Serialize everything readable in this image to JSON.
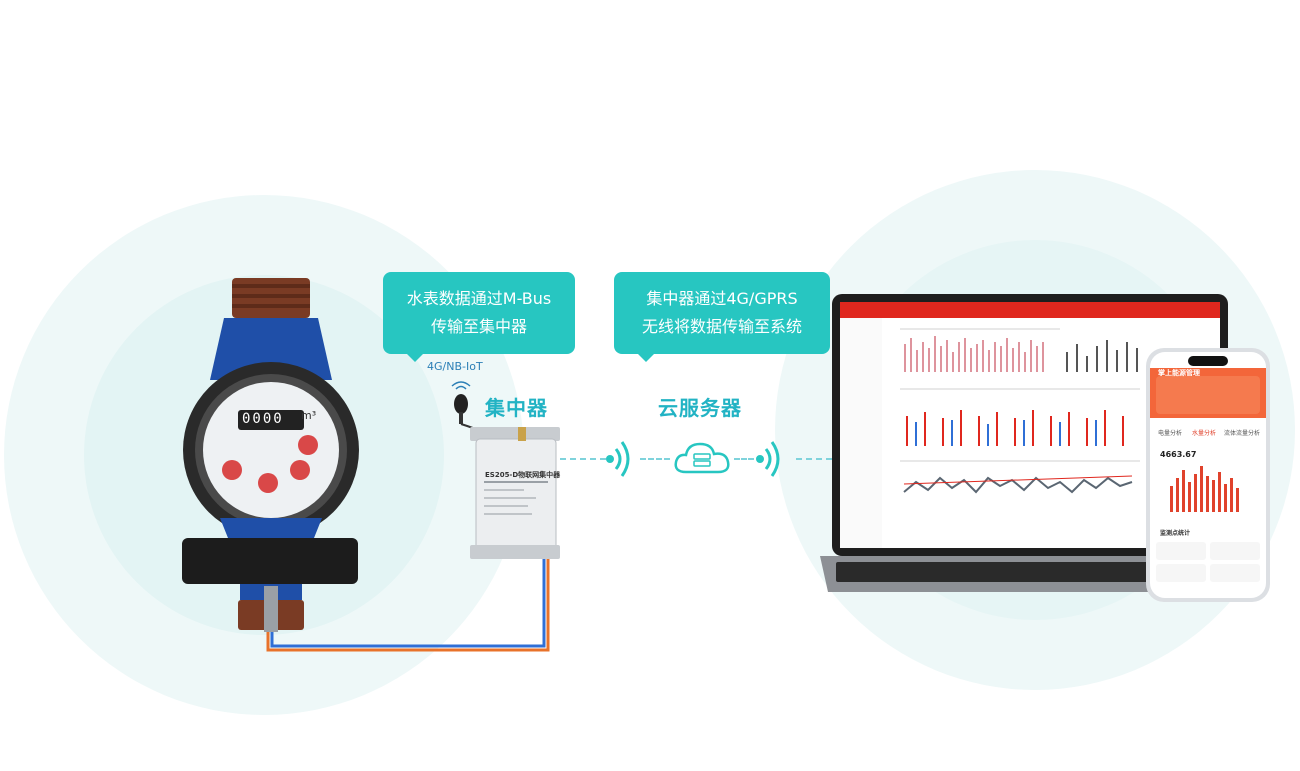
{
  "callouts": {
    "meter_to_concentrator": [
      "水表数据通过M-Bus",
      "传输至集中器"
    ],
    "concentrator_to_system": [
      "集中器通过4G/GPRS",
      "无线将数据传输至系统"
    ]
  },
  "labels": {
    "antenna_type": "4G/NB-IoT",
    "concentrator": "集中器",
    "cloud_server": "云服务器"
  },
  "device": {
    "model": "ES205-D物联网集中器"
  },
  "meter": {
    "unit": "m³",
    "reading": "0000"
  },
  "phone": {
    "app_title": "掌上能源管理",
    "tabs": [
      "电量分析",
      "水量分析",
      "流体流量分析"
    ],
    "value": "4663.67",
    "section": "监测点统计"
  },
  "colors": {
    "teal": "#27c6c1",
    "teal_text": "#22b3c4",
    "halo": "#eaf7f7",
    "dashboard_red": "#e0271e",
    "cable_orange": "#e8722a",
    "cable_blue": "#2f6fd6"
  }
}
